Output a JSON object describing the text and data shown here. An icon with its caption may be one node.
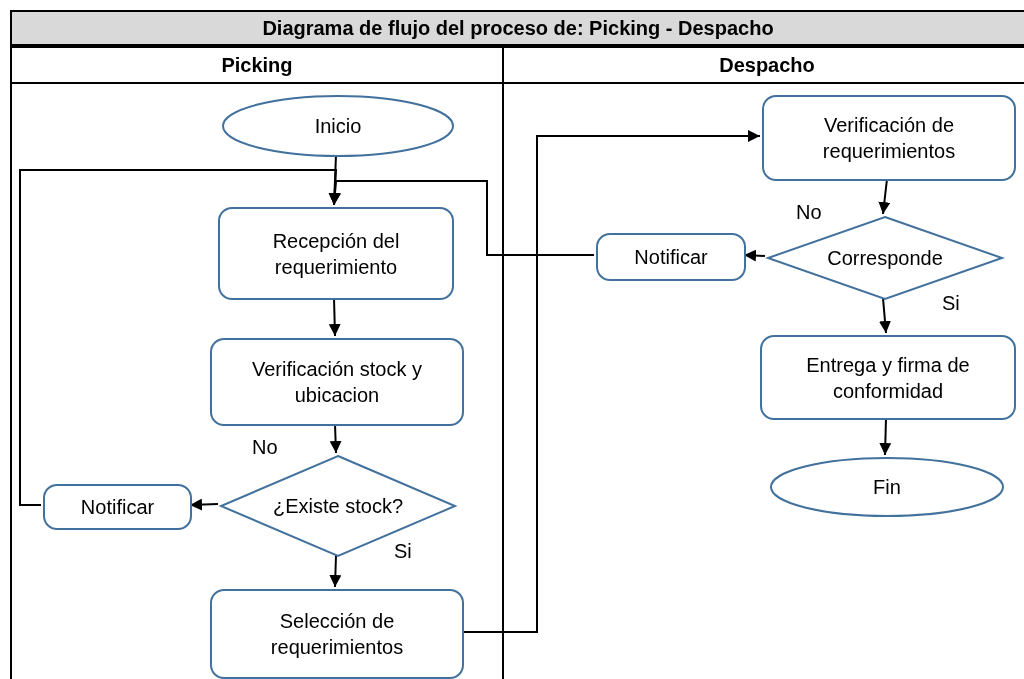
{
  "diagram": {
    "title": "Diagrama de flujo del proceso de: Picking - Despacho",
    "nodes": [
      {
        "text": [
          "Picking"
        ]
      },
      {
        "text": [
          "Despacho"
        ]
      },
      {
        "text": [
          "Inicio"
        ],
        "in": 0
      },
      {
        "text": [
          "Recepción del requerimiento"
        ],
        "in": 0
      },
      {
        "text": [
          "Verificación stock y ubicacion"
        ],
        "in": 0
      },
      {
        "text": [
          "¿Existe stock?"
        ],
        "in": 0
      },
      {
        "text": [
          "Notificar"
        ],
        "in": 0
      },
      {
        "text": [
          "Selección de requerimientos"
        ],
        "in": 0
      },
      {
        "text": [
          "Verificación de requerimientos"
        ],
        "in": 1
      },
      {
        "text": [
          "Corresponde"
        ],
        "in": 1
      },
      {
        "text": [
          "Notificar"
        ],
        "in": 1
      },
      {
        "text": [
          "Entrega y firma de conformidad"
        ],
        "in": 1
      },
      {
        "text": [
          "Fin"
        ],
        "in": 1
      }
    ],
    "edges": [
      {
        "from": 2,
        "to": 3,
        "arrow": "to"
      },
      {
        "from": 3,
        "to": 4,
        "arrow": "to"
      },
      {
        "from": 4,
        "to": 5,
        "arrow": "to"
      },
      {
        "from": 5,
        "to": 6,
        "arrow": "to",
        "label": "No"
      },
      {
        "from": 5,
        "to": 7,
        "arrow": "to",
        "label": "Si"
      },
      {
        "from": 6,
        "to": 3,
        "arrow": "to"
      },
      {
        "from": 7,
        "to": 8,
        "arrow": "to"
      },
      {
        "from": 8,
        "to": 9,
        "arrow": "to"
      },
      {
        "from": 9,
        "to": 10,
        "arrow": "to",
        "label": "No"
      },
      {
        "from": 9,
        "to": 11,
        "arrow": "to",
        "label": "Si"
      },
      {
        "from": 10,
        "to": 3,
        "arrow": "to"
      },
      {
        "from": 11,
        "to": 12,
        "arrow": "to"
      }
    ]
  }
}
